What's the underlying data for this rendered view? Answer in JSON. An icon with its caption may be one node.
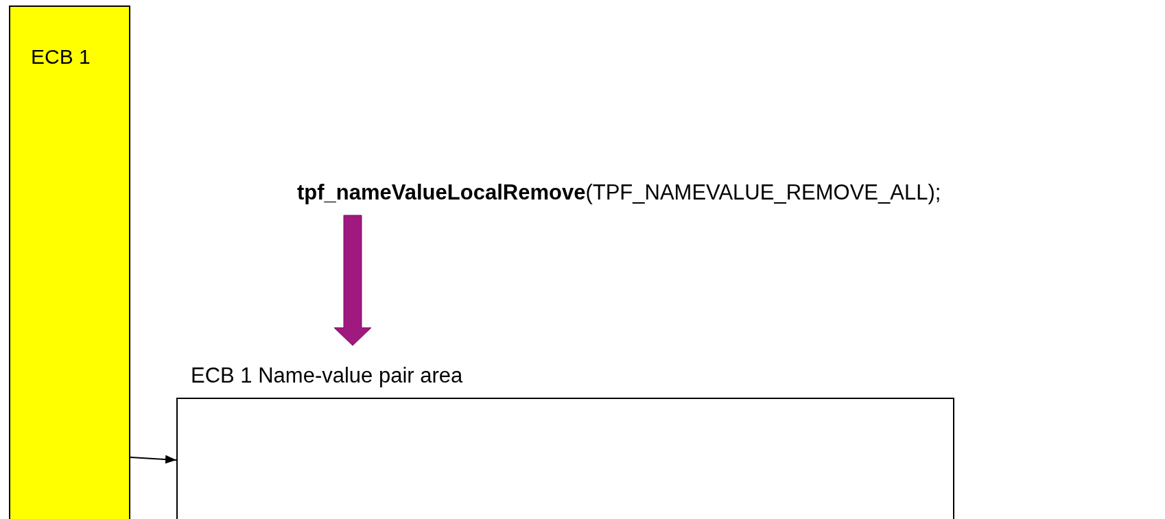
{
  "diagram": {
    "nodes": [
      {
        "text": [
          "ECB 1"
        ]
      },
      {
        "text": [
          "**tpf_nameValueLocalRemove**(TPF_NAMEVALUE_REMOVE_ALL);"
        ]
      },
      {
        "text": [
          "ECB 1 Name-value pair area"
        ]
      }
    ],
    "edges": [
      {
        "from": 0,
        "to": 2,
        "arrow": "to"
      },
      {
        "from": 1,
        "to": 2,
        "arrow": "to",
        "style": "thick",
        "color": "#a0197f"
      }
    ]
  }
}
